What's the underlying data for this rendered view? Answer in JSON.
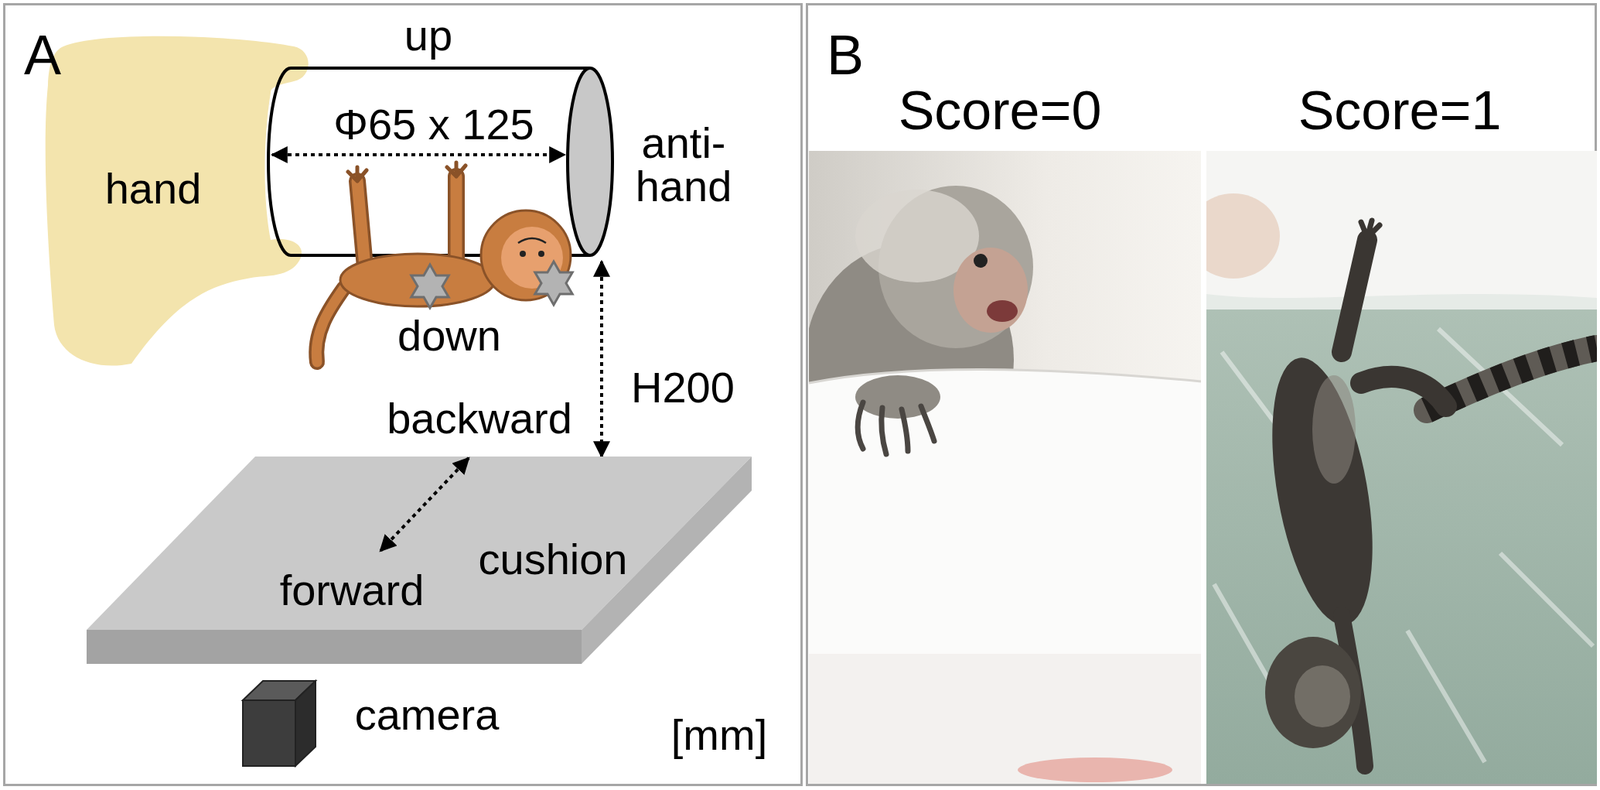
{
  "diagram": {
    "nodes": [
      {
        "text": [
          "A"
        ]
      },
      {
        "text": [
          "hand"
        ],
        "in": 0
      },
      {
        "text": [
          "Φ65 x 125"
        ],
        "in": 0
      },
      {
        "text": [
          "cushion"
        ],
        "in": 0
      },
      {
        "text": [
          "B"
        ]
      },
      {
        "text": [
          "Score=0"
        ],
        "in": 4
      },
      {
        "text": [
          "Score=1"
        ],
        "in": 4
      }
    ],
    "edges": [
      {
        "from": 2,
        "to": 3,
        "arrow": "both",
        "label": "H200"
      }
    ],
    "labels": [
      "up",
      "anti-hand",
      "down",
      "backward",
      "forward",
      "camera",
      "[mm]"
    ]
  }
}
